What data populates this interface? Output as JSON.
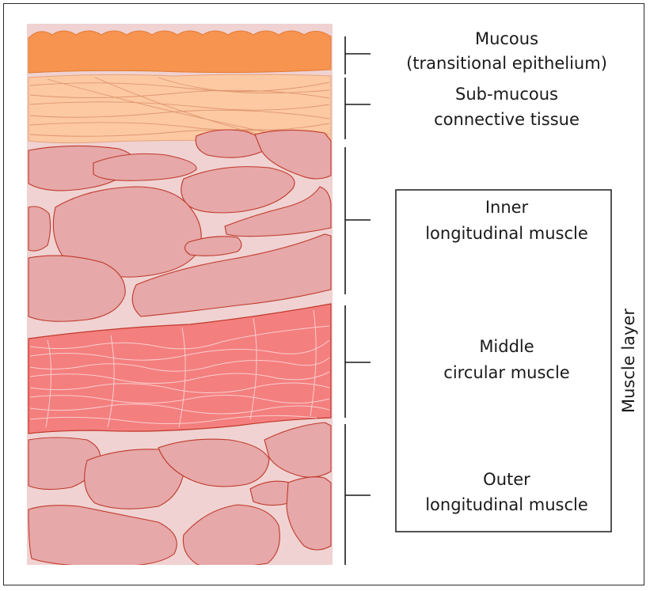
{
  "layers": {
    "mucous": {
      "line1": "Mucous",
      "line2": "(transitional epithelium)"
    },
    "submucous": {
      "line1": "Sub-mucous",
      "line2": "connective tissue"
    },
    "inner": {
      "line1": "Inner",
      "line2": "longitudinal muscle"
    },
    "middle": {
      "line1": "Middle",
      "line2": "circular muscle"
    },
    "outer": {
      "line1": "Outer",
      "line2": "longitudinal muscle"
    }
  },
  "group": {
    "label": "Muscle layer"
  },
  "colors": {
    "background_tissue": "#f0d2d2",
    "mucous": "#f7944f",
    "submucous": "#fcc9a3",
    "muscle_cell": "#e6a8a8",
    "muscle_outline": "#c0392b",
    "circular_muscle": "#f47f7f"
  }
}
